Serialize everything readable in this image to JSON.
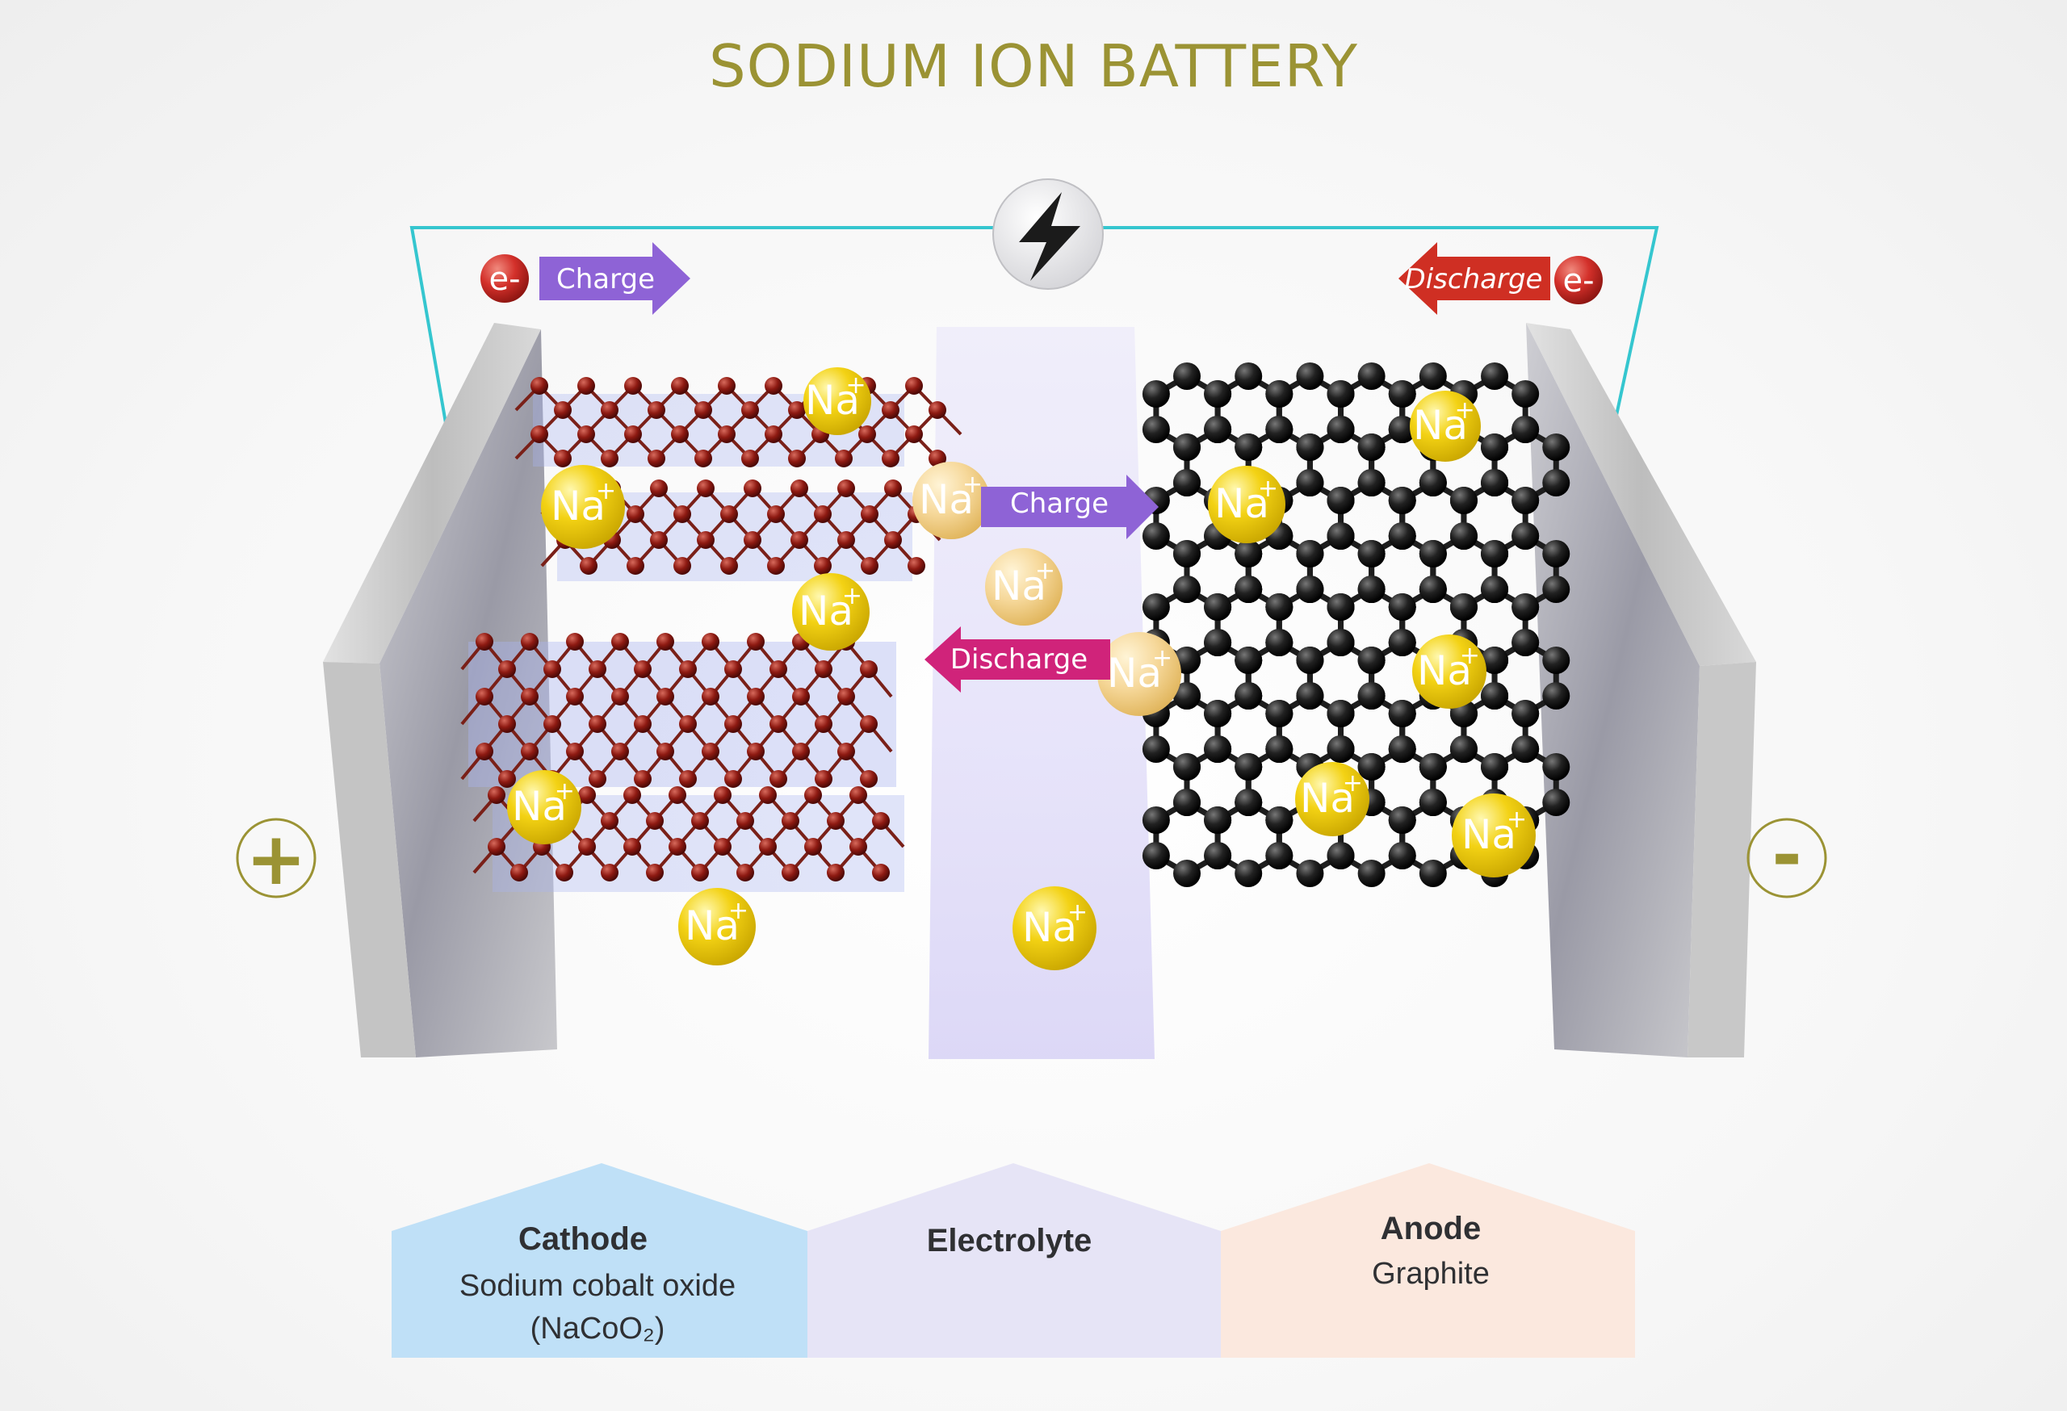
{
  "title": "SODIUM ION BATTERY",
  "colors": {
    "title": "#9b9334",
    "wire": "#35c6cf",
    "charge_arrow": "#8e63d6",
    "discharge_arrow_top": "#cf2f23",
    "discharge_arrow_mid": "#d0237a",
    "electron": "#d3302a",
    "sodium": "#f3d214",
    "cathode_atom": "#8e1a12",
    "anode_atom": "#1a1a1a",
    "cathode_panel": "#bfe0f7",
    "electrolyte_panel": "#e6e4f6",
    "anode_panel": "#fbe8de",
    "pole": "#9b9334"
  },
  "icons": {
    "power": "lightning-bolt-icon"
  },
  "electron_label": "e-",
  "sodium_label": "Na",
  "sodium_charge": "+",
  "arrows": {
    "top_charge": "Charge",
    "top_discharge": "Discharge",
    "mid_charge": "Charge",
    "mid_discharge": "Discharge"
  },
  "poles": {
    "positive": "+",
    "negative": "-"
  },
  "panels": [
    {
      "title": "Cathode",
      "line1": "Sodium cobalt oxide",
      "line2": "(NaCoO₂)"
    },
    {
      "title": "Electrolyte",
      "line1": "",
      "line2": ""
    },
    {
      "title": "Anode",
      "line1": "Graphite",
      "line2": ""
    }
  ]
}
